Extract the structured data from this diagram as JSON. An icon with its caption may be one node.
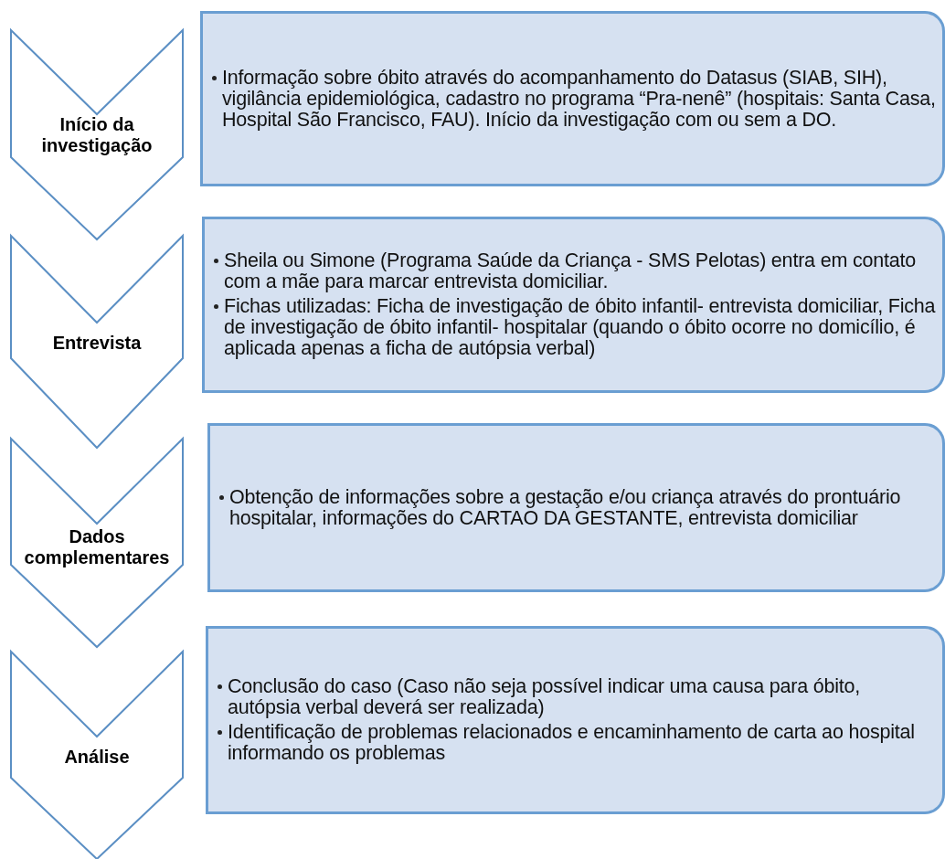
{
  "diagram": {
    "nodes": [
      {
        "text": [
          "Início da investigação"
        ]
      },
      {
        "text": [
          "Informação sobre óbito através do acompanhamento do Datasus (SIAB, SIH), vigilância epidemiológica, cadastro no programa “Pra-nenê” (hospitais: Santa Casa, Hospital São Francisco, FAU). Início da investigação com ou sem a DO."
        ]
      },
      {
        "text": [
          "Entrevista"
        ]
      },
      {
        "text": [
          "Sheila ou Simone (Programa Saúde da Criança - SMS Pelotas) entra em contato com a mãe para marcar entrevista domiciliar.",
          "Fichas utilizadas: Ficha de investigação de óbito infantil- entrevista domiciliar, Ficha de investigação de óbito infantil- hospitalar (quando o óbito ocorre no domicílio, é aplicada apenas a ficha de autópsia verbal)"
        ]
      },
      {
        "text": [
          "Dados complementares"
        ]
      },
      {
        "text": [
          "Obtenção de informações sobre a gestação e/ou criança através do prontuário hospitalar, informações do CARTAO DA GESTANTE, entrevista domiciliar"
        ]
      },
      {
        "text": [
          "Análise"
        ]
      },
      {
        "text": [
          "Conclusão do caso (Caso não seja possível indicar uma causa para óbito, autópsia verbal deverá ser realizada)",
          "Identificação de problemas relacionados e encaminhamento de carta ao hospital informando os problemas"
        ]
      }
    ]
  }
}
